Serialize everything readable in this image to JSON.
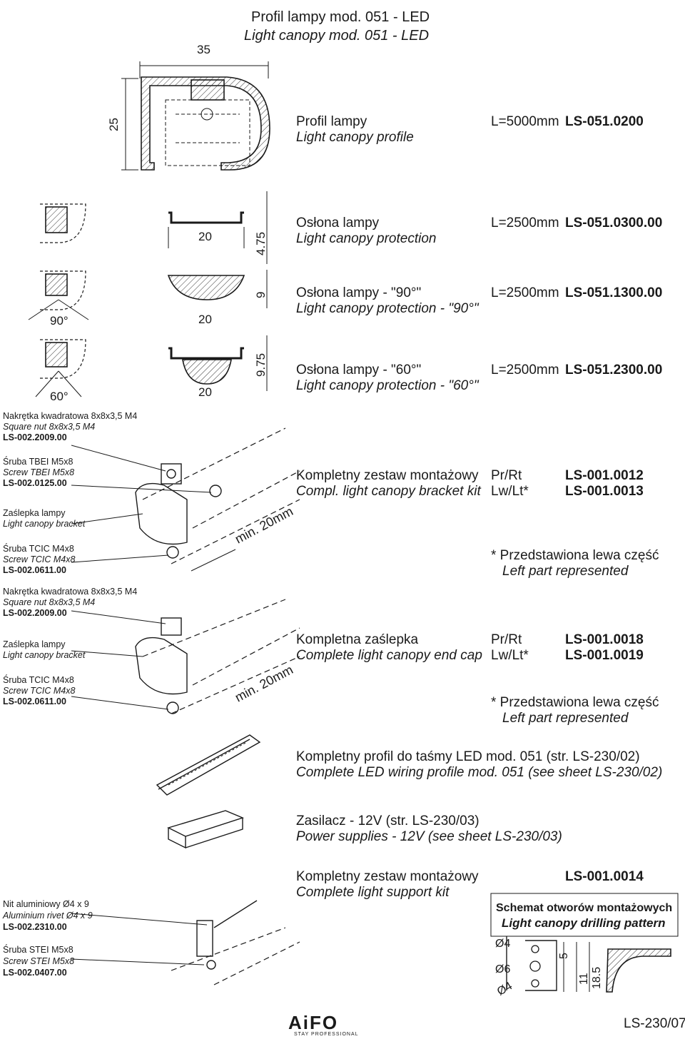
{
  "header": {
    "title_pl": "Profil lampy mod. 051 - LED",
    "title_en": "Light canopy mod. 051 - LED"
  },
  "profile": {
    "dim_width": "35",
    "dim_height": "25",
    "name_pl": "Profil lampy",
    "name_en": "Light canopy profile",
    "length": "L=5000mm",
    "code": "LS-051.0200"
  },
  "protection": {
    "dim_width": "20",
    "dim_height": "4.75",
    "name_pl": "Osłona lampy",
    "name_en": "Light canopy protection",
    "length": "L=2500mm",
    "code": "LS-051.0300.00"
  },
  "protection90": {
    "angle": "90°",
    "dim_width": "20",
    "dim_height": "9",
    "name_pl": "Osłona lampy - \"90°\"",
    "name_en": "Light canopy protection - \"90°\"",
    "length": "L=2500mm",
    "code": "LS-051.1300.00"
  },
  "protection60": {
    "angle": "60°",
    "dim_width": "20",
    "dim_height": "9.75",
    "name_pl": "Osłona lampy - \"60°\"",
    "name_en": "Light canopy protection - \"60°\"",
    "length": "L=2500mm",
    "code": "LS-051.2300.00"
  },
  "bracket_kit": {
    "parts": [
      {
        "pl": "Nakrętka kwadratowa 8x8x3,5 M4",
        "en": "Square nut 8x8x3,5 M4",
        "code": "LS-002.2009.00"
      },
      {
        "pl": "Śruba TBEI M5x8",
        "en": "Screw TBEI M5x8",
        "code": "LS-002.0125.00"
      },
      {
        "pl": "Zaślepka lampy",
        "en": "Light canopy bracket",
        "code": ""
      },
      {
        "pl": "Śruba TCIC M4x8",
        "en": "Screw TCIC M4x8",
        "code": "LS-002.0611.00"
      }
    ],
    "min_label": "min. 20mm",
    "name_pl": "Kompletny zestaw montażowy",
    "name_en": "Compl. light canopy bracket kit",
    "side_r": "Pr/Rt",
    "side_l": "Lw/Lt*",
    "code_r": "LS-001.0012",
    "code_l": "LS-001.0013",
    "note_pl": "* Przedstawiona lewa część",
    "note_en": "Left part represented"
  },
  "end_cap": {
    "parts": [
      {
        "pl": "Nakrętka kwadratowa 8x8x3,5 M4",
        "en": "Square nut 8x8x3,5 M4",
        "code": "LS-002.2009.00"
      },
      {
        "pl": "Zaślepka lampy",
        "en": "Light canopy bracket",
        "code": ""
      },
      {
        "pl": "Śruba TCIC M4x8",
        "en": "Screw TCIC M4x8",
        "code": "LS-002.0611.00"
      }
    ],
    "min_label": "min. 20mm",
    "name_pl": "Kompletna zaślepka",
    "name_en": "Complete light canopy end cap",
    "side_r": "Pr/Rt",
    "side_l": "Lw/Lt*",
    "code_r": "LS-001.0018",
    "code_l": "LS-001.0019",
    "note_pl": "* Przedstawiona lewa część",
    "note_en": "Left part represented"
  },
  "wiring": {
    "name_pl": "Kompletny profil do taśmy LED mod. 051 (str. LS-230/02)",
    "name_en": "Complete LED wiring profile mod. 051 (see sheet LS-230/02)"
  },
  "power": {
    "name_pl": "Zasilacz - 12V (str. LS-230/03)",
    "name_en": "Power supplies - 12V (see sheet LS-230/03)"
  },
  "support": {
    "name_pl": "Kompletny zestaw montażowy",
    "name_en": "Complete light support kit",
    "code": "LS-001.0014",
    "parts": [
      {
        "pl": "Nit aluminiowy Ø4 x 9",
        "en": "Aluminium rivet Ø4 x 9",
        "code": "LS-002.2310.00"
      },
      {
        "pl": "Śruba STEI M5x8",
        "en": "Screw STEI M5x8",
        "code": "LS-002.0407.00"
      }
    ]
  },
  "drilling": {
    "title_pl": "Schemat otworów montażowych",
    "title_en": "Light canopy drilling pattern",
    "d1": "Ø4",
    "d2": "Ø6",
    "d3": "Ø4",
    "v1": "5",
    "v2": "11",
    "v3": "18.5"
  },
  "footer": {
    "logo": "AiFO",
    "logo_sub": "STAY PROFESSIONAL",
    "sheet": "LS-230/07"
  }
}
